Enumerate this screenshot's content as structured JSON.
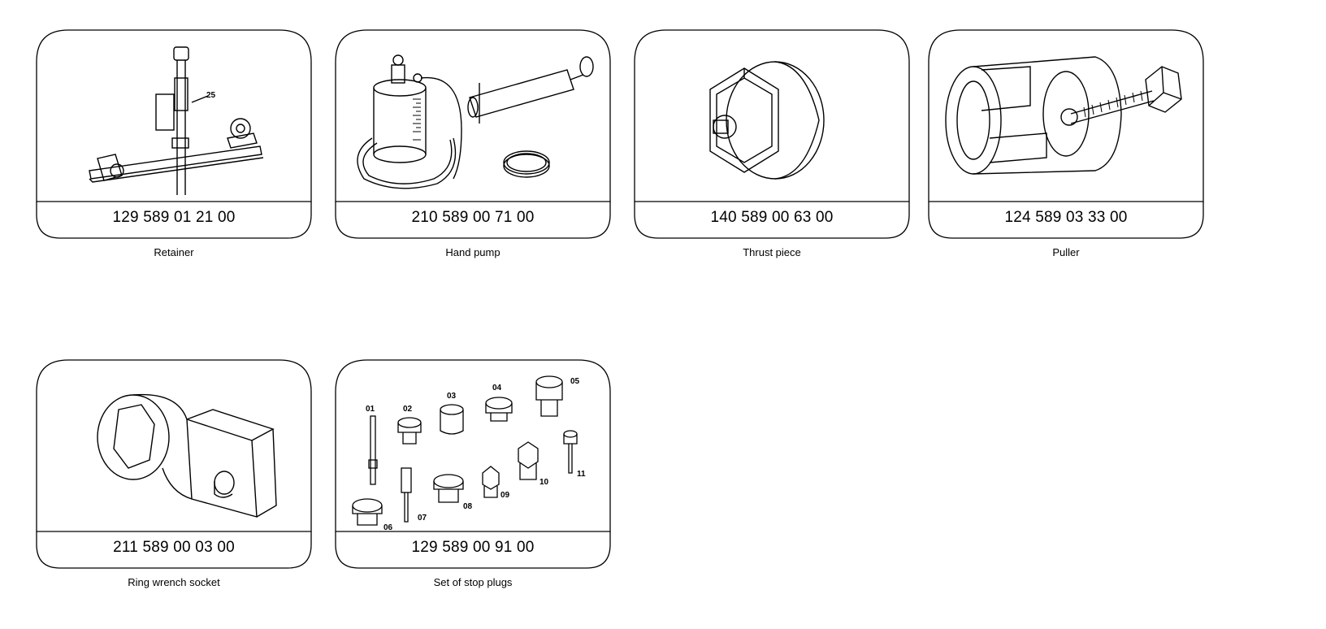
{
  "tools": [
    {
      "part_number": "129 589 01 21 00",
      "name": "Retainer",
      "illustration": "retainer-drawing",
      "callouts": [
        "25"
      ]
    },
    {
      "part_number": "210 589 00 71 00",
      "name": "Hand pump",
      "illustration": "hand-pump-drawing"
    },
    {
      "part_number": "140 589 00 63 00",
      "name": "Thrust piece",
      "illustration": "thrust-piece-drawing"
    },
    {
      "part_number": "124 589 03 33 00",
      "name": "Puller",
      "illustration": "puller-drawing"
    },
    {
      "part_number": "211 589 00 03 00",
      "name": "Ring wrench socket",
      "illustration": "ring-wrench-socket-drawing"
    },
    {
      "part_number": "129 589 00 91 00",
      "name": "Set of stop plugs",
      "illustration": "stop-plugs-drawing",
      "callouts": [
        "01",
        "02",
        "03",
        "04",
        "05",
        "06",
        "07",
        "08",
        "09",
        "10",
        "11"
      ]
    }
  ]
}
